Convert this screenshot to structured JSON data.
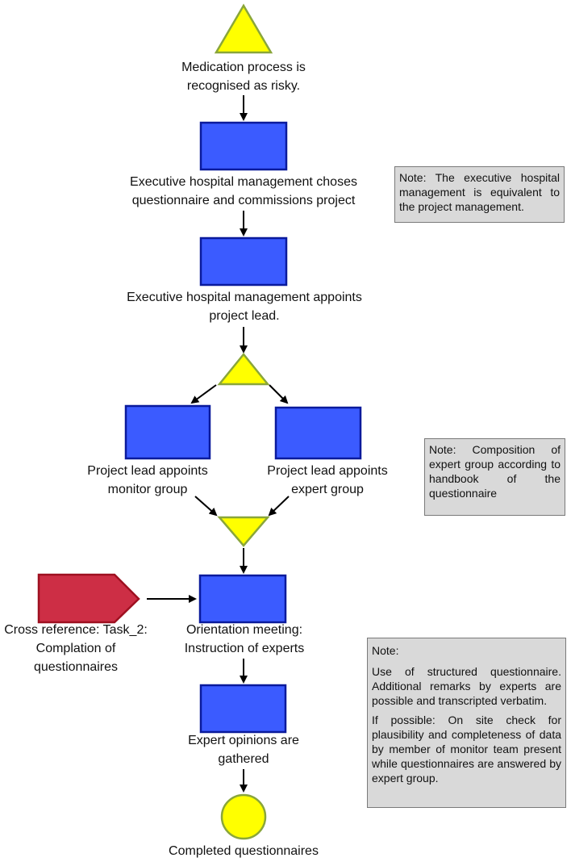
{
  "steps": {
    "start": "Medication process is recognised as risky.",
    "choose": "Executive hospital management choses questionnaire and commissions project",
    "appoint_lead": "Executive hospital management appoints project lead.",
    "monitor_group": "Project lead appoints monitor group",
    "expert_group": "Project lead appoints expert group",
    "cross_reference": "Cross reference: Task_2: Complation of questionnaires",
    "orientation": "Orientation meeting: Instruction of experts",
    "opinions": "Expert opinions are gathered",
    "end": "Completed questionnaires"
  },
  "notes": {
    "management": "Note: The executive hospital management is equivalent to the project management.",
    "composition": "Note: Composition of expert group according to handbook of the questionnaire",
    "questionnaire": {
      "title": "Note:",
      "p1": "Use of structured questionnaire. Additional remarks by experts are possible and transcripted verbatim.",
      "p2": "If possible: On site check for plausibility and completeness of data by member of monitor team present while questionnaires are answered by expert group."
    }
  },
  "colors": {
    "event_fill": "#ffff00",
    "event_stroke": "#8aa63a",
    "function_fill": "#3b5bff",
    "function_stroke": "#0a1a9c",
    "cross_ref_fill": "#cd2e45",
    "cross_ref_stroke": "#9e1020",
    "note_fill": "#d9d9d9"
  }
}
